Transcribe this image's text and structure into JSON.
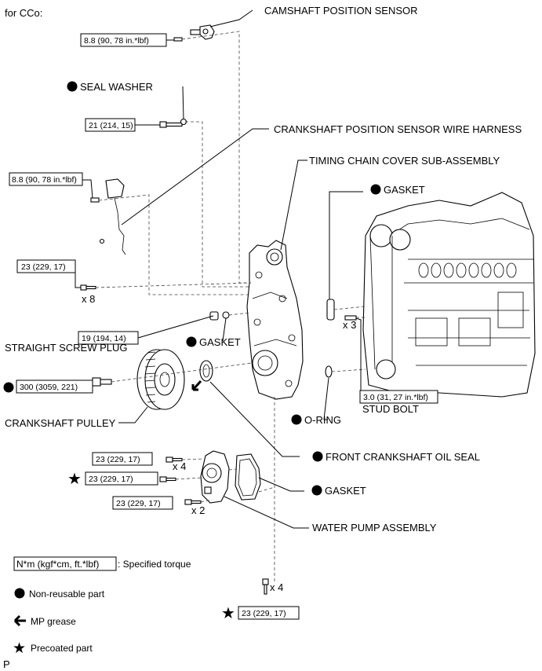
{
  "header": {
    "title": "for CCo:"
  },
  "footer": {
    "code": "P"
  },
  "labels": {
    "camshaft_position_sensor": "CAMSHAFT POSITION SENSOR",
    "seal_washer": "SEAL WASHER",
    "crankshaft_position_sensor_wire_harness": "CRANKSHAFT POSITION SENSOR WIRE HARNESS",
    "timing_chain_cover": "TIMING CHAIN COVER SUB-ASSEMBLY",
    "gasket_engine": "GASKET",
    "straight_screw_plug": "STRAIGHT SCREW PLUG",
    "gasket_plug": "GASKET",
    "crankshaft_pulley": "CRANKSHAFT PULLEY",
    "o_ring": "O-RING",
    "stud_bolt": "STUD BOLT",
    "front_crankshaft_oil_seal": "FRONT CRANKSHAFT OIL SEAL",
    "gasket_water_pump": "GASKET",
    "water_pump_assembly": "WATER PUMP ASSEMBLY"
  },
  "torques": {
    "camshaft_sensor": "8.8 (90, 78 in.*lbf)",
    "seal_washer_bolt": "21 (214, 15)",
    "wire_harness": "8.8 (90, 78 in.*lbf)",
    "cover_bolts": "23 (229, 17)",
    "screw_plug": "19 (194, 14)",
    "pulley_bolt": "300 (3059, 221)",
    "stud_bolt": "3.0 (31, 27 in.*lbf)",
    "pump_bolts_a": "23 (229, 17)",
    "pump_bolts_b": "23 (229, 17)",
    "pump_bolts_c": "23 (229, 17)",
    "bottom_bolts": "23 (229, 17)"
  },
  "quantities": {
    "cover_bolts": "x 8",
    "stud_bolts": "x 3",
    "pump_bolts_a": "x 4",
    "pump_bolts_c": "x 2",
    "bottom_bolts": "x 4"
  },
  "legend": {
    "torque_box": "N*m (kgf*cm, ft.*lbf)",
    "torque_desc": ": Specified torque",
    "non_reusable": "Non-reusable part",
    "mp_grease": "MP grease",
    "precoated": "Precoated part"
  },
  "colors": {
    "ink": "#000000",
    "background": "#ffffff"
  }
}
